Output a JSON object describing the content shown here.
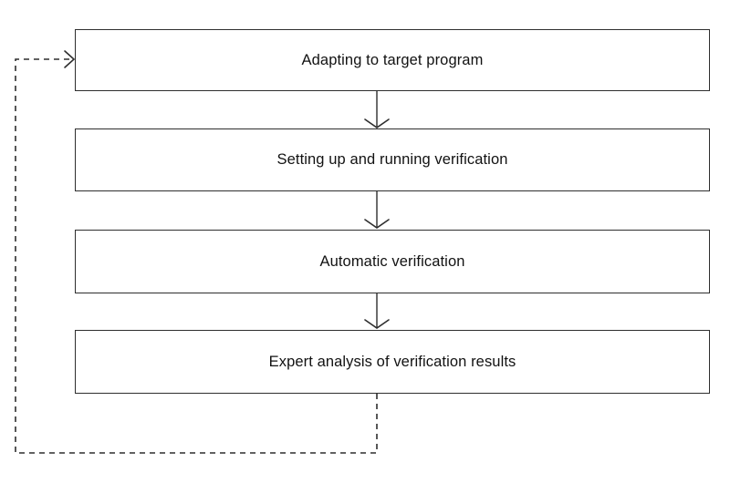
{
  "diagram": {
    "type": "flowchart",
    "background_color": "#ffffff",
    "line_color": "#2e2e2e",
    "text_color": "#121212",
    "box_fill": "#ffffff",
    "steps": [
      {
        "id": "step-1",
        "label": "Adapting to target program"
      },
      {
        "id": "step-2",
        "label": "Setting up and running verification"
      },
      {
        "id": "step-3",
        "label": "Automatic verification"
      },
      {
        "id": "step-4",
        "label": "Expert analysis of verification results"
      }
    ],
    "connectors": [
      {
        "from": "step-1",
        "to": "step-2",
        "style": "solid-arrow-down"
      },
      {
        "from": "step-2",
        "to": "step-3",
        "style": "solid-arrow-down"
      },
      {
        "from": "step-3",
        "to": "step-4",
        "style": "solid-arrow-down"
      },
      {
        "from": "step-4",
        "to": "step-1",
        "style": "dashed-feedback-loop-left"
      }
    ]
  }
}
